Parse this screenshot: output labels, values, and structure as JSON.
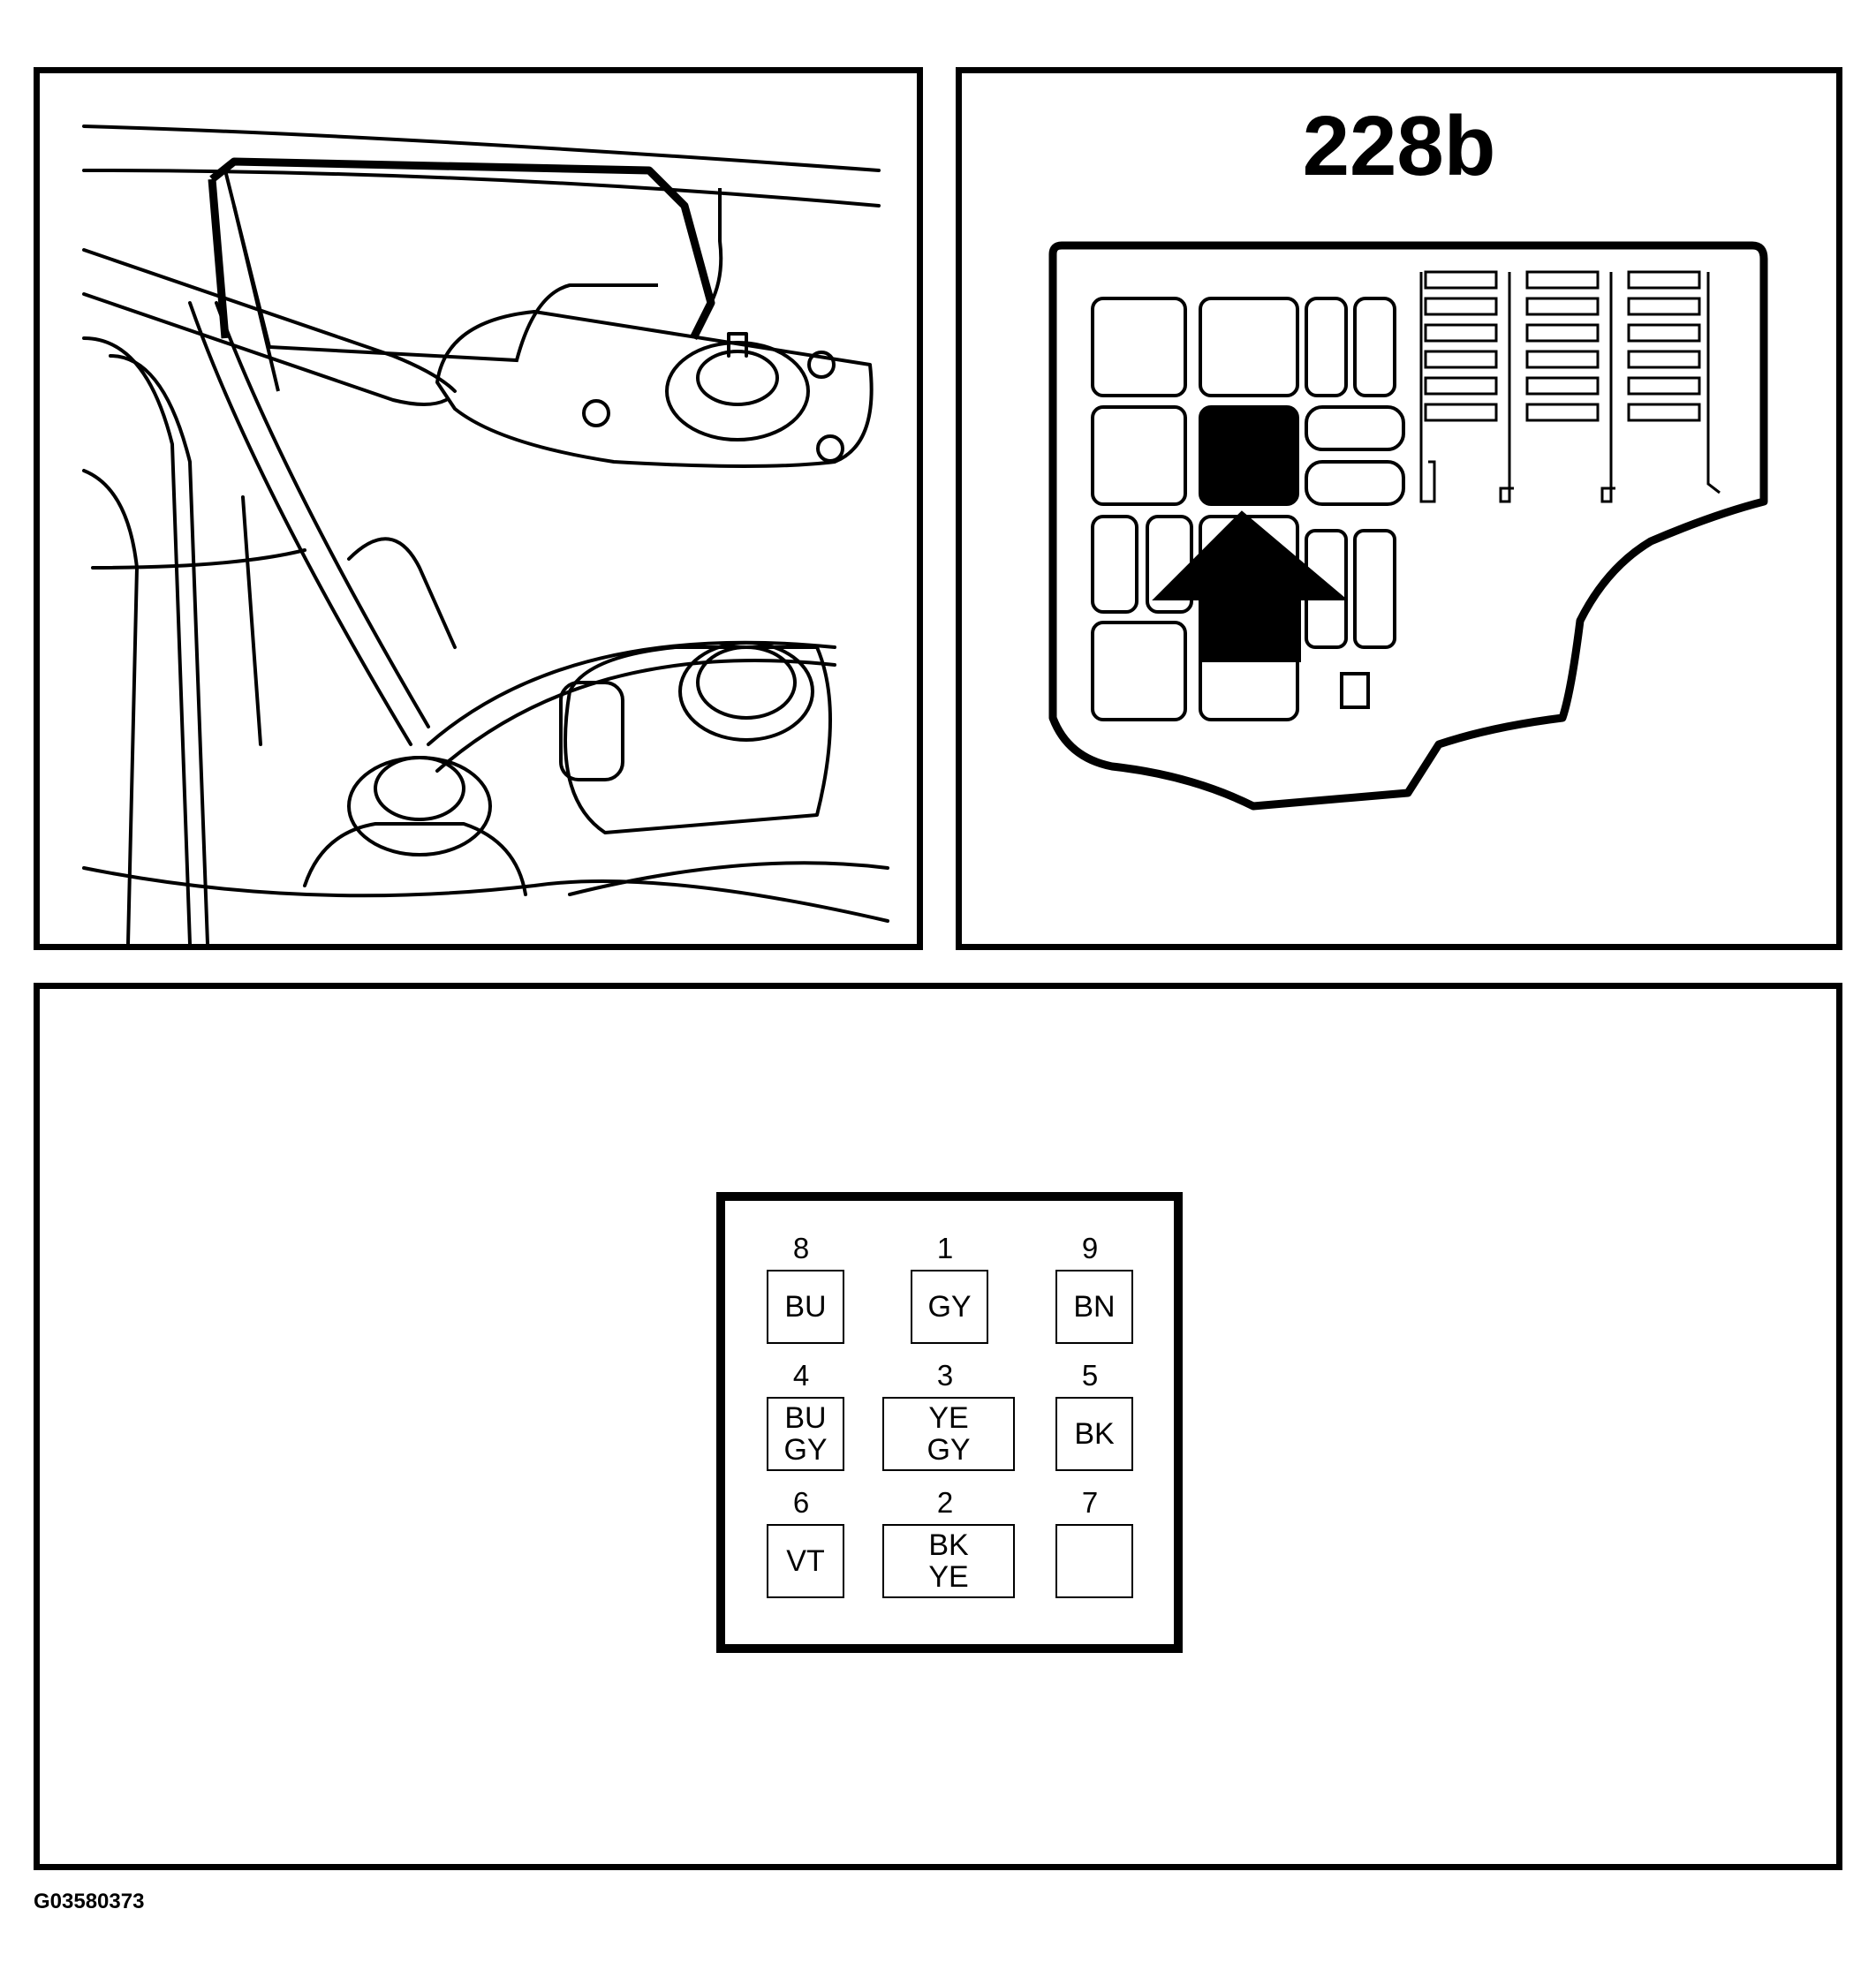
{
  "fusebox": {
    "title": "228b"
  },
  "connector": {
    "pins": [
      {
        "number": "8",
        "colors": [
          "BU"
        ]
      },
      {
        "number": "1",
        "colors": [
          "GY"
        ]
      },
      {
        "number": "9",
        "colors": [
          "BN"
        ]
      },
      {
        "number": "4",
        "colors": [
          "BU",
          "GY"
        ]
      },
      {
        "number": "3",
        "colors": [
          "YE",
          "GY"
        ]
      },
      {
        "number": "5",
        "colors": [
          "BK"
        ]
      },
      {
        "number": "6",
        "colors": [
          "VT"
        ]
      },
      {
        "number": "2",
        "colors": [
          "BK",
          "YE"
        ]
      },
      {
        "number": "7",
        "colors": []
      }
    ]
  },
  "figure_code": "G03580373"
}
